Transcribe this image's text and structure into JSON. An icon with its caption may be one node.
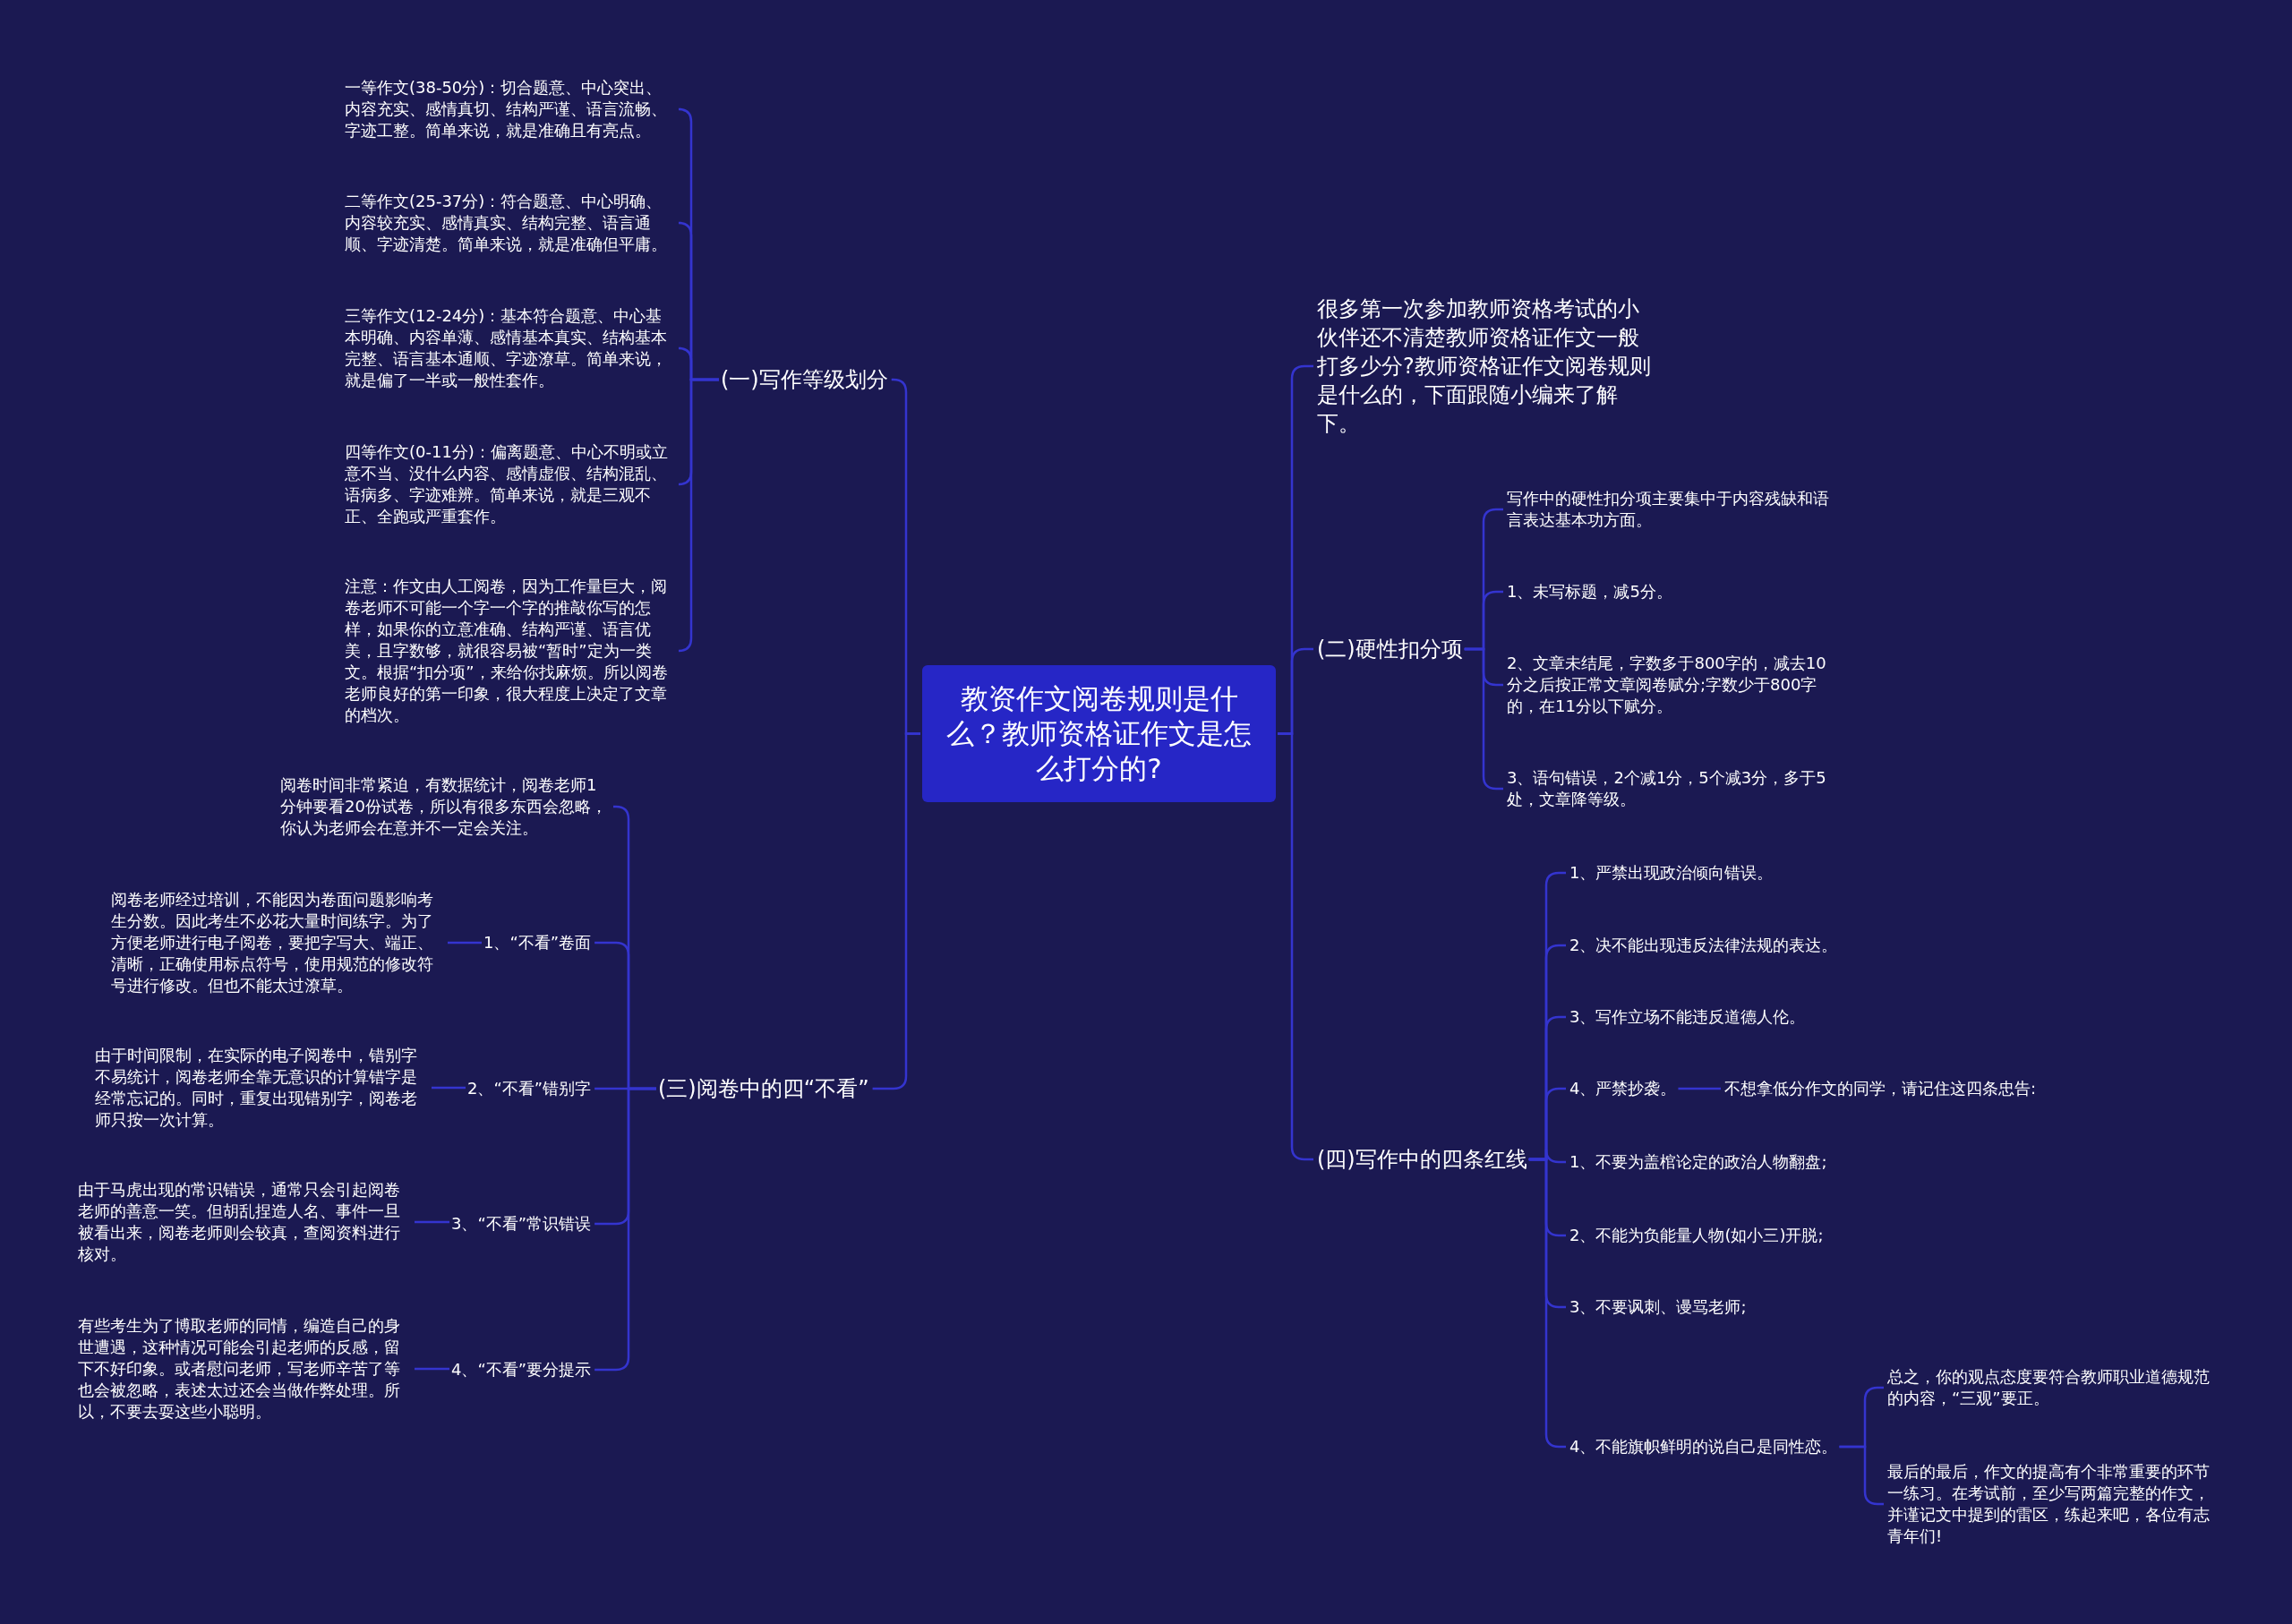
{
  "diagram": {
    "nodes": [
      {
        "text": [
          "教资作文阅卷规则是什么？教师资格证作文是怎么打分的?"
        ]
      },
      {
        "text": [
          "(一)写作等级划分"
        ]
      },
      {
        "text": [
          "一等作文(38-50分)：切合题意、中心突出、内容充实、感情真切、结构严谨、语言流畅、字迹工整。简单来说，就是准确且有亮点。"
        ]
      },
      {
        "text": [
          "二等作文(25-37分)：符合题意、中心明确、内容较充实、感情真实、结构完整、语言通顺、字迹清楚。简单来说，就是准确但平庸。"
        ]
      },
      {
        "text": [
          "三等作文(12-24分)：基本符合题意、中心基本明确、内容单薄、感情基本真实、结构基本完整、语言基本通顺、字迹潦草。简单来说，就是偏了一半或一般性套作。"
        ]
      },
      {
        "text": [
          "四等作文(0-11分)：偏离题意、中心不明或立意不当、没什么内容、感情虚假、结构混乱、语病多、字迹难辨。简单来说，就是三观不正、全跑或严重套作。"
        ]
      },
      {
        "text": [
          "注意：作文由人工阅卷，因为工作量巨大，阅卷老师不可能一个字一个字的推敲你写的怎样，如果你的立意准确、结构严谨、语言优美，且字数够，就很容易被“暂时”定为一类文。根据“扣分项”，来给你找麻烦。所以阅卷老师良好的第一印象，很大程度上决定了文章的档次。"
        ]
      },
      {
        "text": [
          "(三)阅卷中的四“不看”"
        ]
      },
      {
        "text": [
          "阅卷时间非常紧迫，有数据统计，阅卷老师1分钟要看20份试卷，所以有很多东西会忽略，你认为老师会在意并不一定会关注。"
        ]
      },
      {
        "text": [
          "1、“不看”卷面"
        ]
      },
      {
        "text": [
          "阅卷老师经过培训，不能因为卷面问题影响考生分数。因此考生不必花大量时间练字。为了方便老师进行电子阅卷，要把字写大、端正、清晰，正确使用标点符号，使用规范的修改符号进行修改。但也不能太过潦草。"
        ]
      },
      {
        "text": [
          "2、“不看”错别字"
        ]
      },
      {
        "text": [
          "由于时间限制，在实际的电子阅卷中，错别字不易统计，阅卷老师全靠无意识的计算错字是经常忘记的。同时，重复出现错别字，阅卷老师只按一次计算。"
        ]
      },
      {
        "text": [
          "3、“不看”常识错误"
        ]
      },
      {
        "text": [
          "由于马虎出现的常识错误，通常只会引起阅卷老师的善意一笑。但胡乱捏造人名、事件一旦被看出来，阅卷老师则会较真，查阅资料进行核对。"
        ]
      },
      {
        "text": [
          "4、“不看”要分提示"
        ]
      },
      {
        "text": [
          "有些考生为了博取老师的同情，编造自己的身世遭遇，这种情况可能会引起老师的反感，留下不好印象。或者慰问老师，写老师辛苦了等也会被忽略，表述太过还会当做作弊处理。所以，不要去耍这些小聪明。"
        ]
      },
      {
        "text": [
          "很多第一次参加教师资格考试的小伙伴还不清楚教师资格证作文一般打多少分?教师资格证作文阅卷规则是什么的，下面跟随小编来了解下。"
        ]
      },
      {
        "text": [
          "(二)硬性扣分项"
        ]
      },
      {
        "text": [
          "写作中的硬性扣分项主要集中于内容残缺和语言表达基本功方面。"
        ]
      },
      {
        "text": [
          "1、未写标题，减5分。"
        ]
      },
      {
        "text": [
          "2、文章未结尾，字数多于800字的，减去10分之后按正常文章阅卷赋分;字数少于800字的，在11分以下赋分。"
        ]
      },
      {
        "text": [
          "3、语句错误，2个减1分，5个减3分，多于5处，文章降等级。"
        ]
      },
      {
        "text": [
          "(四)写作中的四条红线"
        ]
      },
      {
        "text": [
          "1、严禁出现政治倾向错误。"
        ]
      },
      {
        "text": [
          "2、决不能出现违反法律法规的表达。"
        ]
      },
      {
        "text": [
          "3、写作立场不能违反道德人伦。"
        ]
      },
      {
        "text": [
          "4、严禁抄袭。"
        ]
      },
      {
        "text": [
          "不想拿低分作文的同学，请记住这四条忠告:"
        ]
      },
      {
        "text": [
          "1、不要为盖棺论定的政治人物翻盘;"
        ]
      },
      {
        "text": [
          "2、不能为负能量人物(如小三)开脱;"
        ]
      },
      {
        "text": [
          "3、不要讽刺、谩骂老师;"
        ]
      },
      {
        "text": [
          "4、不能旗帜鲜明的说自己是同性恋。"
        ]
      },
      {
        "text": [
          "总之，你的观点态度要符合教师职业道德规范的内容，“三观”要正。"
        ]
      },
      {
        "text": [
          "最后的最后，作文的提高有个非常重要的环节一练习。在考试前，至少写两篇完整的作文，并谨记文中提到的雷区，练起来吧，各位有志青年们!"
        ]
      }
    ],
    "edges": [
      {
        "from": 0,
        "to": 1,
        "arrow": "none"
      },
      {
        "from": 1,
        "to": 2,
        "arrow": "none"
      },
      {
        "from": 1,
        "to": 3,
        "arrow": "none"
      },
      {
        "from": 1,
        "to": 4,
        "arrow": "none"
      },
      {
        "from": 1,
        "to": 5,
        "arrow": "none"
      },
      {
        "from": 1,
        "to": 6,
        "arrow": "none"
      },
      {
        "from": 0,
        "to": 7,
        "arrow": "none"
      },
      {
        "from": 7,
        "to": 8,
        "arrow": "none"
      },
      {
        "from": 7,
        "to": 9,
        "arrow": "none"
      },
      {
        "from": 9,
        "to": 10,
        "arrow": "none"
      },
      {
        "from": 7,
        "to": 11,
        "arrow": "none"
      },
      {
        "from": 11,
        "to": 12,
        "arrow": "none"
      },
      {
        "from": 7,
        "to": 13,
        "arrow": "none"
      },
      {
        "from": 13,
        "to": 14,
        "arrow": "none"
      },
      {
        "from": 7,
        "to": 15,
        "arrow": "none"
      },
      {
        "from": 15,
        "to": 16,
        "arrow": "none"
      },
      {
        "from": 0,
        "to": 17,
        "arrow": "none"
      },
      {
        "from": 0,
        "to": 18,
        "arrow": "none"
      },
      {
        "from": 18,
        "to": 19,
        "arrow": "none"
      },
      {
        "from": 18,
        "to": 20,
        "arrow": "none"
      },
      {
        "from": 18,
        "to": 21,
        "arrow": "none"
      },
      {
        "from": 18,
        "to": 22,
        "arrow": "none"
      },
      {
        "from": 0,
        "to": 23,
        "arrow": "none"
      },
      {
        "from": 23,
        "to": 24,
        "arrow": "none"
      },
      {
        "from": 23,
        "to": 25,
        "arrow": "none"
      },
      {
        "from": 23,
        "to": 26,
        "arrow": "none"
      },
      {
        "from": 23,
        "to": 27,
        "arrow": "none"
      },
      {
        "from": 27,
        "to": 28,
        "arrow": "none"
      },
      {
        "from": 23,
        "to": 29,
        "arrow": "none"
      },
      {
        "from": 23,
        "to": 30,
        "arrow": "none"
      },
      {
        "from": 23,
        "to": 31,
        "arrow": "none"
      },
      {
        "from": 23,
        "to": 32,
        "arrow": "none"
      },
      {
        "from": 32,
        "to": 33,
        "arrow": "none"
      },
      {
        "from": 32,
        "to": 34,
        "arrow": "none"
      }
    ]
  }
}
